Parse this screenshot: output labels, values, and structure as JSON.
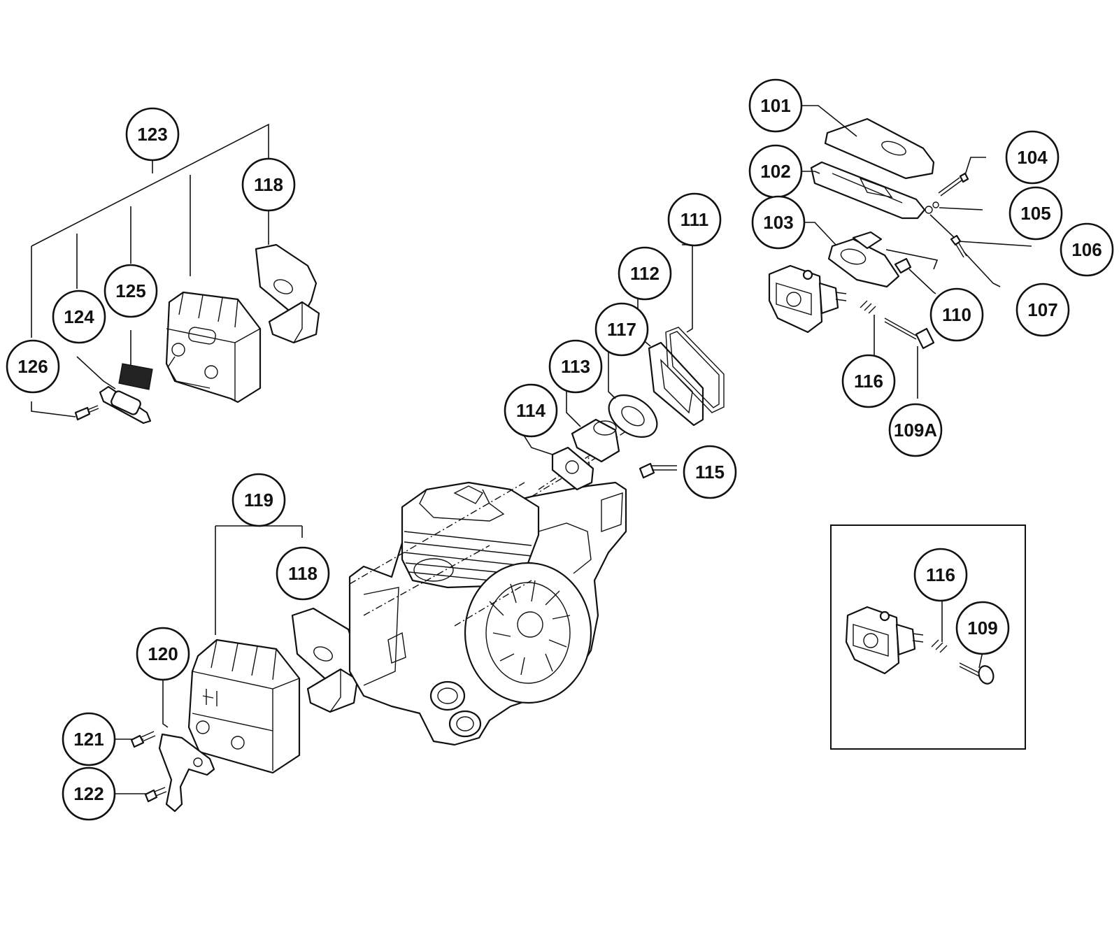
{
  "callouts": {
    "c101": "101",
    "c102": "102",
    "c103": "103",
    "c104": "104",
    "c105": "105",
    "c106": "106",
    "c107": "107",
    "c109": "109",
    "c109a": "109A",
    "c110": "110",
    "c111": "111",
    "c112": "112",
    "c113": "113",
    "c114": "114",
    "c115": "115",
    "c116a": "116",
    "c116b": "116",
    "c117": "117",
    "c118a": "118",
    "c118b": "118",
    "c119": "119",
    "c120": "120",
    "c121": "121",
    "c122": "122",
    "c123": "123",
    "c124": "124",
    "c125": "125",
    "c126": "126"
  },
  "colors": {
    "line": "#111111",
    "background": "#ffffff"
  }
}
